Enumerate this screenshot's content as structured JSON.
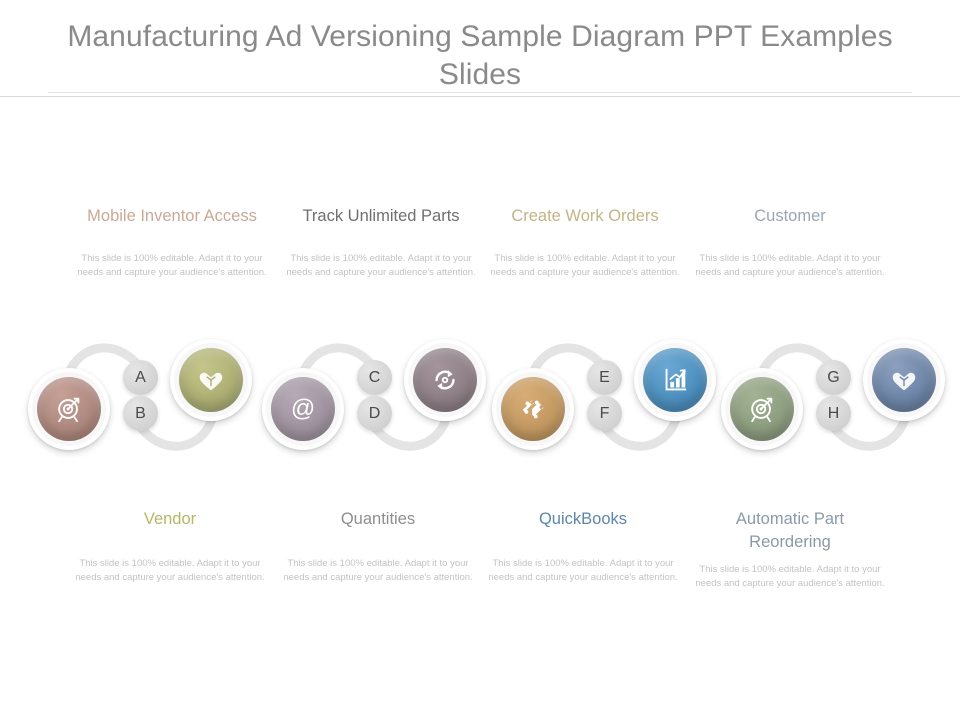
{
  "slide": {
    "title": "Manufacturing Ad Versioning Sample Diagram PPT Examples Slides",
    "background_color": "#ffffff",
    "title_color": "#8a8a8a",
    "body_text_color": "#c3c3c3"
  },
  "common": {
    "description": "This slide is 100% editable. Adapt it to your needs and capture your audience's attention."
  },
  "top_labels": [
    {
      "text": "Mobile Inventor Access",
      "color": "#c9a898"
    },
    {
      "text": "Track Unlimited Parts",
      "color": "#6f6f6f"
    },
    {
      "text": "Create Work Orders",
      "color": "#c2b486"
    },
    {
      "text": "Customer",
      "color": "#9aa7b4"
    }
  ],
  "bottom_labels": [
    {
      "text": "Vendor",
      "color": "#b5b764"
    },
    {
      "text": "Quantities",
      "color": "#8e8e90"
    },
    {
      "text": "QuickBooks",
      "color": "#5e86a8"
    },
    {
      "text": "Automatic Part Reordering",
      "color": "#8a99a8"
    }
  ],
  "groups": [
    {
      "left_node": {
        "icon": "target-icon",
        "color": "#b08a80"
      },
      "right_node": {
        "icon": "handshake-icon",
        "color": "#aeb073"
      },
      "badges": [
        "A",
        "B"
      ]
    },
    {
      "left_node": {
        "icon": "at-sign-icon",
        "color": "#a094a0"
      },
      "right_node": {
        "icon": "refresh-gear-icon",
        "color": "#8e8086"
      },
      "badges": [
        "C",
        "D"
      ]
    },
    {
      "left_node": {
        "icon": "puzzle-icon",
        "color": "#c49a62"
      },
      "right_node": {
        "icon": "bar-chart-growth-icon",
        "color": "#4e90bf"
      },
      "badges": [
        "E",
        "F"
      ]
    },
    {
      "left_node": {
        "icon": "target-icon",
        "color": "#8e9e80"
      },
      "right_node": {
        "icon": "handshake-icon",
        "color": "#6e86a8"
      },
      "badges": [
        "G",
        "H"
      ]
    }
  ]
}
